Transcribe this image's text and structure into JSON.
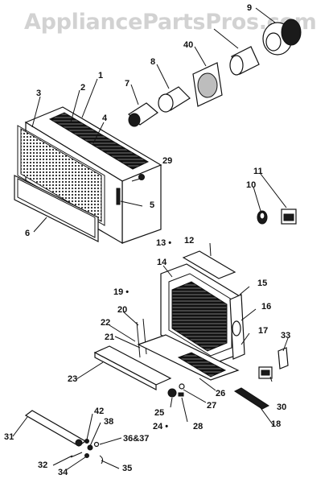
{
  "watermark": "AppliancePartsPros.com",
  "callouts": [
    {
      "id": "1",
      "text": "1"
    },
    {
      "id": "2",
      "text": "2"
    },
    {
      "id": "3",
      "text": "3"
    },
    {
      "id": "4",
      "text": "4"
    },
    {
      "id": "5",
      "text": "5"
    },
    {
      "id": "6",
      "text": "6"
    },
    {
      "id": "7",
      "text": "7"
    },
    {
      "id": "8",
      "text": "8"
    },
    {
      "id": "9",
      "text": "9"
    },
    {
      "id": "10",
      "text": "10"
    },
    {
      "id": "11",
      "text": "11"
    },
    {
      "id": "12",
      "text": "12"
    },
    {
      "id": "13",
      "text": "13"
    },
    {
      "id": "14",
      "text": "14"
    },
    {
      "id": "15",
      "text": "15"
    },
    {
      "id": "16",
      "text": "16"
    },
    {
      "id": "17",
      "text": "17"
    },
    {
      "id": "18",
      "text": "18"
    },
    {
      "id": "19",
      "text": "19"
    },
    {
      "id": "20",
      "text": "20"
    },
    {
      "id": "21",
      "text": "21"
    },
    {
      "id": "22",
      "text": "22"
    },
    {
      "id": "23",
      "text": "23"
    },
    {
      "id": "24",
      "text": "24"
    },
    {
      "id": "25",
      "text": "25"
    },
    {
      "id": "26",
      "text": "26"
    },
    {
      "id": "27",
      "text": "27"
    },
    {
      "id": "28",
      "text": "28"
    },
    {
      "id": "29",
      "text": "29"
    },
    {
      "id": "30",
      "text": "30"
    },
    {
      "id": "31",
      "text": "31"
    },
    {
      "id": "32",
      "text": "32"
    },
    {
      "id": "33",
      "text": "33"
    },
    {
      "id": "34",
      "text": "34"
    },
    {
      "id": "35",
      "text": "35"
    },
    {
      "id": "36&37",
      "text": "36&37"
    },
    {
      "id": "38",
      "text": "38"
    },
    {
      "id": "40",
      "text": "40"
    },
    {
      "id": "42",
      "text": "42"
    }
  ]
}
